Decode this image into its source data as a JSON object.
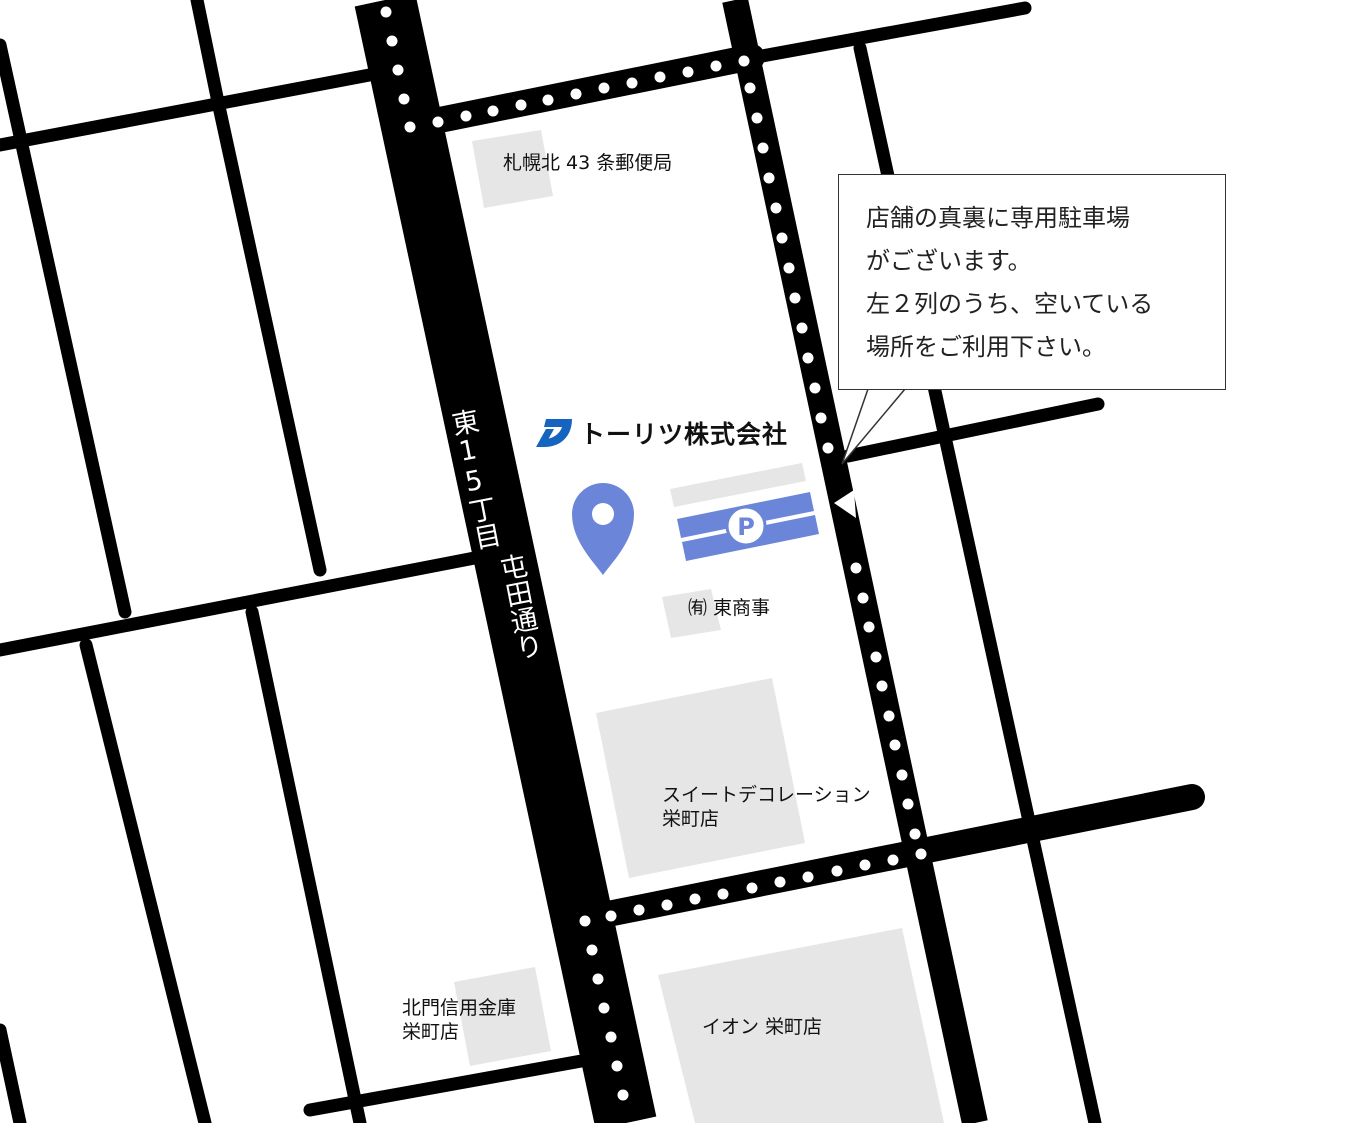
{
  "company": {
    "logo_name": "トーリツ株式会社",
    "brand_color": "#1565c0"
  },
  "callout": {
    "lines": [
      "店舗の真裏に専用駐車場",
      "がございます。",
      "左２列のうち、空いている",
      "場所をご利用下さい。"
    ]
  },
  "street": {
    "main_line1": "東15丁目",
    "main_line2": "屯田通り"
  },
  "landmarks": {
    "post_office": "札幌北 43 条郵便局",
    "higashi_shoji": "㈲ 東商事",
    "sweet_deco_line1": "スイートデコレーション",
    "sweet_deco_line2": "栄町店",
    "hokumon_line1": "北門信用金庫",
    "hokumon_line2": "栄町店",
    "aeon": "イオン 栄町店"
  },
  "parking": {
    "symbol": "P",
    "color": "#6b86d8"
  },
  "marker": {
    "icon": "location-pin-icon",
    "color": "#6b86d8"
  },
  "colors": {
    "road": "#000000",
    "building": "#e6e6e6",
    "dots": "#ffffff"
  }
}
